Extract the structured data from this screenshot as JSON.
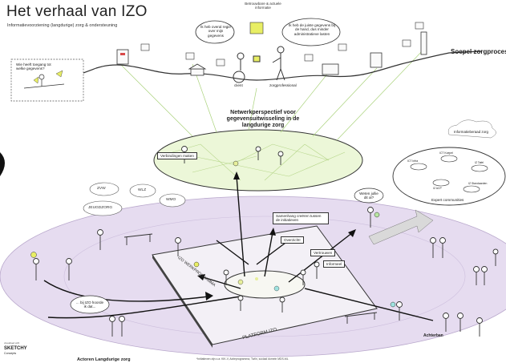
{
  "header": {
    "title": "Het verhaal van IZO",
    "subtitle": "Informatievoorziening (langdurige) zorg & ondersteuning",
    "top_note": "Betrouwbare & actuele informatie"
  },
  "journey": {
    "end_label": "Soepel zorgproces",
    "bubble_client": "Ik heb overal regie over mijn gegevens",
    "bubble_professional": "Ik heb de juiste gegevens bij de hand, dus minder administratieve lasten",
    "client_label": "client",
    "professional_label": "zorgprofessional",
    "question_box": "Wie heeft toegang tot welke gegevens?"
  },
  "network": {
    "title": "Netwerkperspectief voor gegevensuitwisseling in de langdurige zorg",
    "connect_label": "Verbindingen maken"
  },
  "clouds": [
    "ZVW",
    "WLZ",
    "WMO",
    "JEUGDZORG"
  ],
  "experts": {
    "cloud_title": "Informatieberaad zorg",
    "community_label": "Expert communities",
    "tables": [
      "ICT Infra",
      "ICT Koepel",
      "IZ Tafel",
      "IZ Standaarden",
      "IZ ACP"
    ]
  },
  "center": {
    "question": "Weten jullie dit al?",
    "samenhang": "Samenhang creëren tussen de initiatieven",
    "overzicht": "Overzicht!",
    "vertrouwen": "Vertrouwen",
    "informeel": "Informeel",
    "izo_sign": "IZO WERKPROGRAMMA",
    "platform": "PLATFORM IZO",
    "heard": "... bij IZO hoorde ik dat..."
  },
  "footer": {
    "bottom_title": "Actoren Langdurige zorg",
    "achterban": "Achterban",
    "footnote": "*Initiatieven zijn o.a. KIK-V, Actieprogramma, Twiin, sociaal domein MDS-ML",
    "brand": "SKETCHY",
    "brand_sub": "Concepts",
    "brand_top": "visualised with"
  }
}
